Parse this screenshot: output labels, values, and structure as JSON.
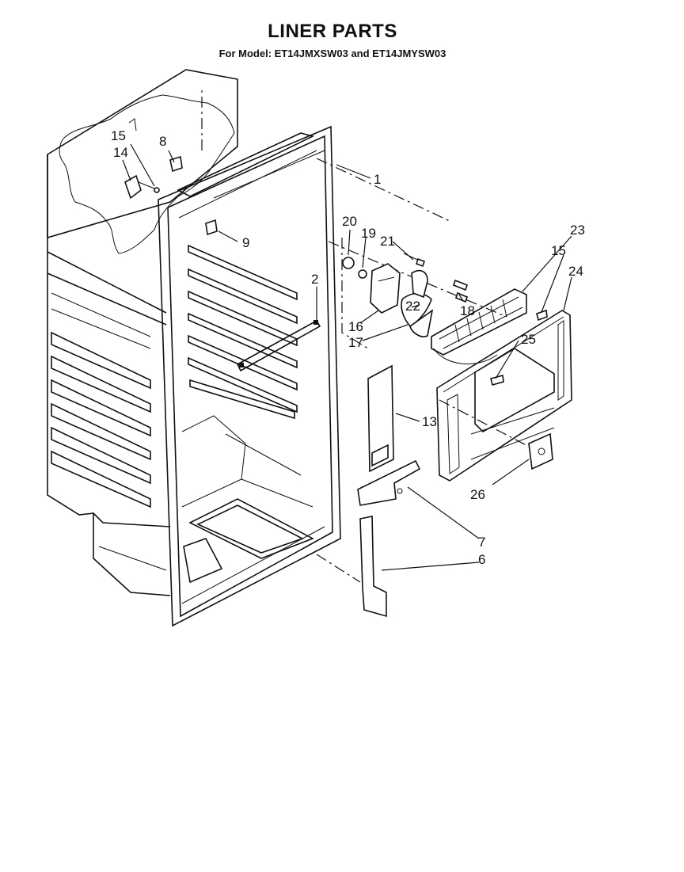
{
  "header": {
    "title": "LINER PARTS",
    "subtitle": "For Model: ET14JMXSW03 and  ET14JMYSW03"
  },
  "callouts": [
    {
      "id": "c1",
      "label": "1"
    },
    {
      "id": "c2",
      "label": "2"
    },
    {
      "id": "c6",
      "label": "6"
    },
    {
      "id": "c7",
      "label": "7"
    },
    {
      "id": "c8",
      "label": "8"
    },
    {
      "id": "c9",
      "label": "9"
    },
    {
      "id": "c13",
      "label": "13"
    },
    {
      "id": "c14",
      "label": "14"
    },
    {
      "id": "c15a",
      "label": "15"
    },
    {
      "id": "c15b",
      "label": "15"
    },
    {
      "id": "c16",
      "label": "16"
    },
    {
      "id": "c17",
      "label": "17"
    },
    {
      "id": "c18",
      "label": "18"
    },
    {
      "id": "c19",
      "label": "19"
    },
    {
      "id": "c20",
      "label": "20"
    },
    {
      "id": "c21",
      "label": "21"
    },
    {
      "id": "c22",
      "label": "22"
    },
    {
      "id": "c23",
      "label": "23"
    },
    {
      "id": "c24",
      "label": "24"
    },
    {
      "id": "c25",
      "label": "25"
    },
    {
      "id": "c26",
      "label": "26"
    }
  ]
}
